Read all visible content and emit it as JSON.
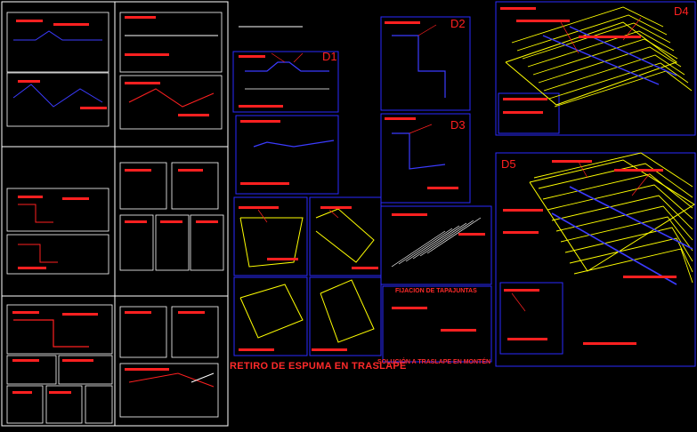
{
  "detail_labels": {
    "d1": "D1",
    "d2": "D2",
    "d3": "D3",
    "d4": "D4",
    "d5": "D5"
  },
  "captions": {
    "foam_removal": "RETIRO DE ESPUMA EN TRASLAPE",
    "cover_fixing": "FIJACION DE TAPAJUNTAS",
    "overlap_solution": "SOLUCIÓN A TRASLAPE EN MONTÉN"
  },
  "colors": {
    "background": "#000000",
    "frame": "#ffffff",
    "detail_frame": "#2a2aff",
    "annotation": "#ff2020",
    "panel": "#ffff00",
    "structure": "#3b3bff",
    "neutral": "#ffffff"
  }
}
